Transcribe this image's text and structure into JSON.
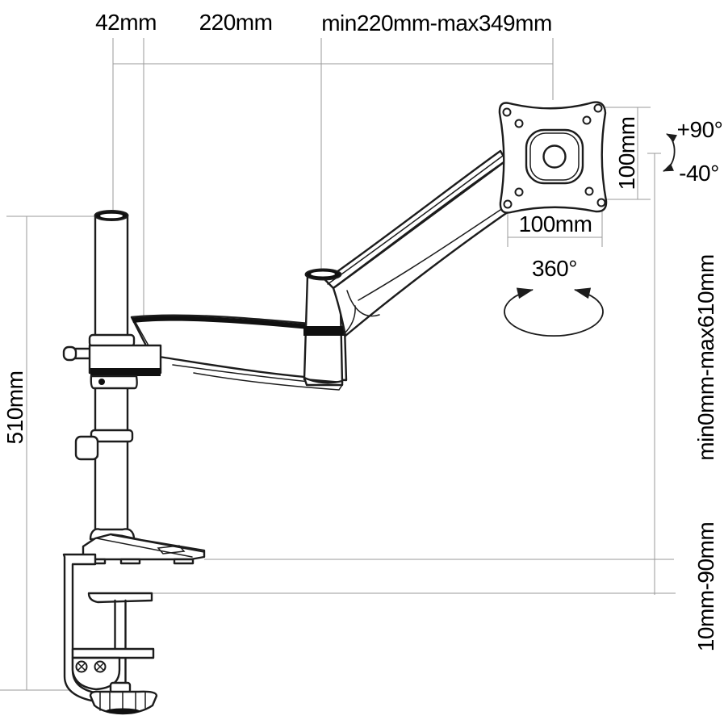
{
  "diagram": {
    "type": "technical-line-drawing",
    "subject": "gas-spring single monitor desk mount arm with VESA plate and C-clamp",
    "colors": {
      "background": "#ffffff",
      "drawing_line": "#1c1c1c",
      "dimension_line": "#9a9a9a",
      "text": "#000000"
    },
    "dimensions": {
      "top_pole_offset": "42mm",
      "top_lower_arm": "220mm",
      "top_reach_range": "min220mm-max349mm",
      "left_pole_height": "510mm",
      "right_height_range": "min0mm-max610mm",
      "right_desk_thickness": "10mm-90mm",
      "vesa_vertical": "100mm",
      "vesa_horizontal": "100mm",
      "swivel_rotation": "360°",
      "tilt_up": "+90°",
      "tilt_down": "-40°"
    }
  }
}
